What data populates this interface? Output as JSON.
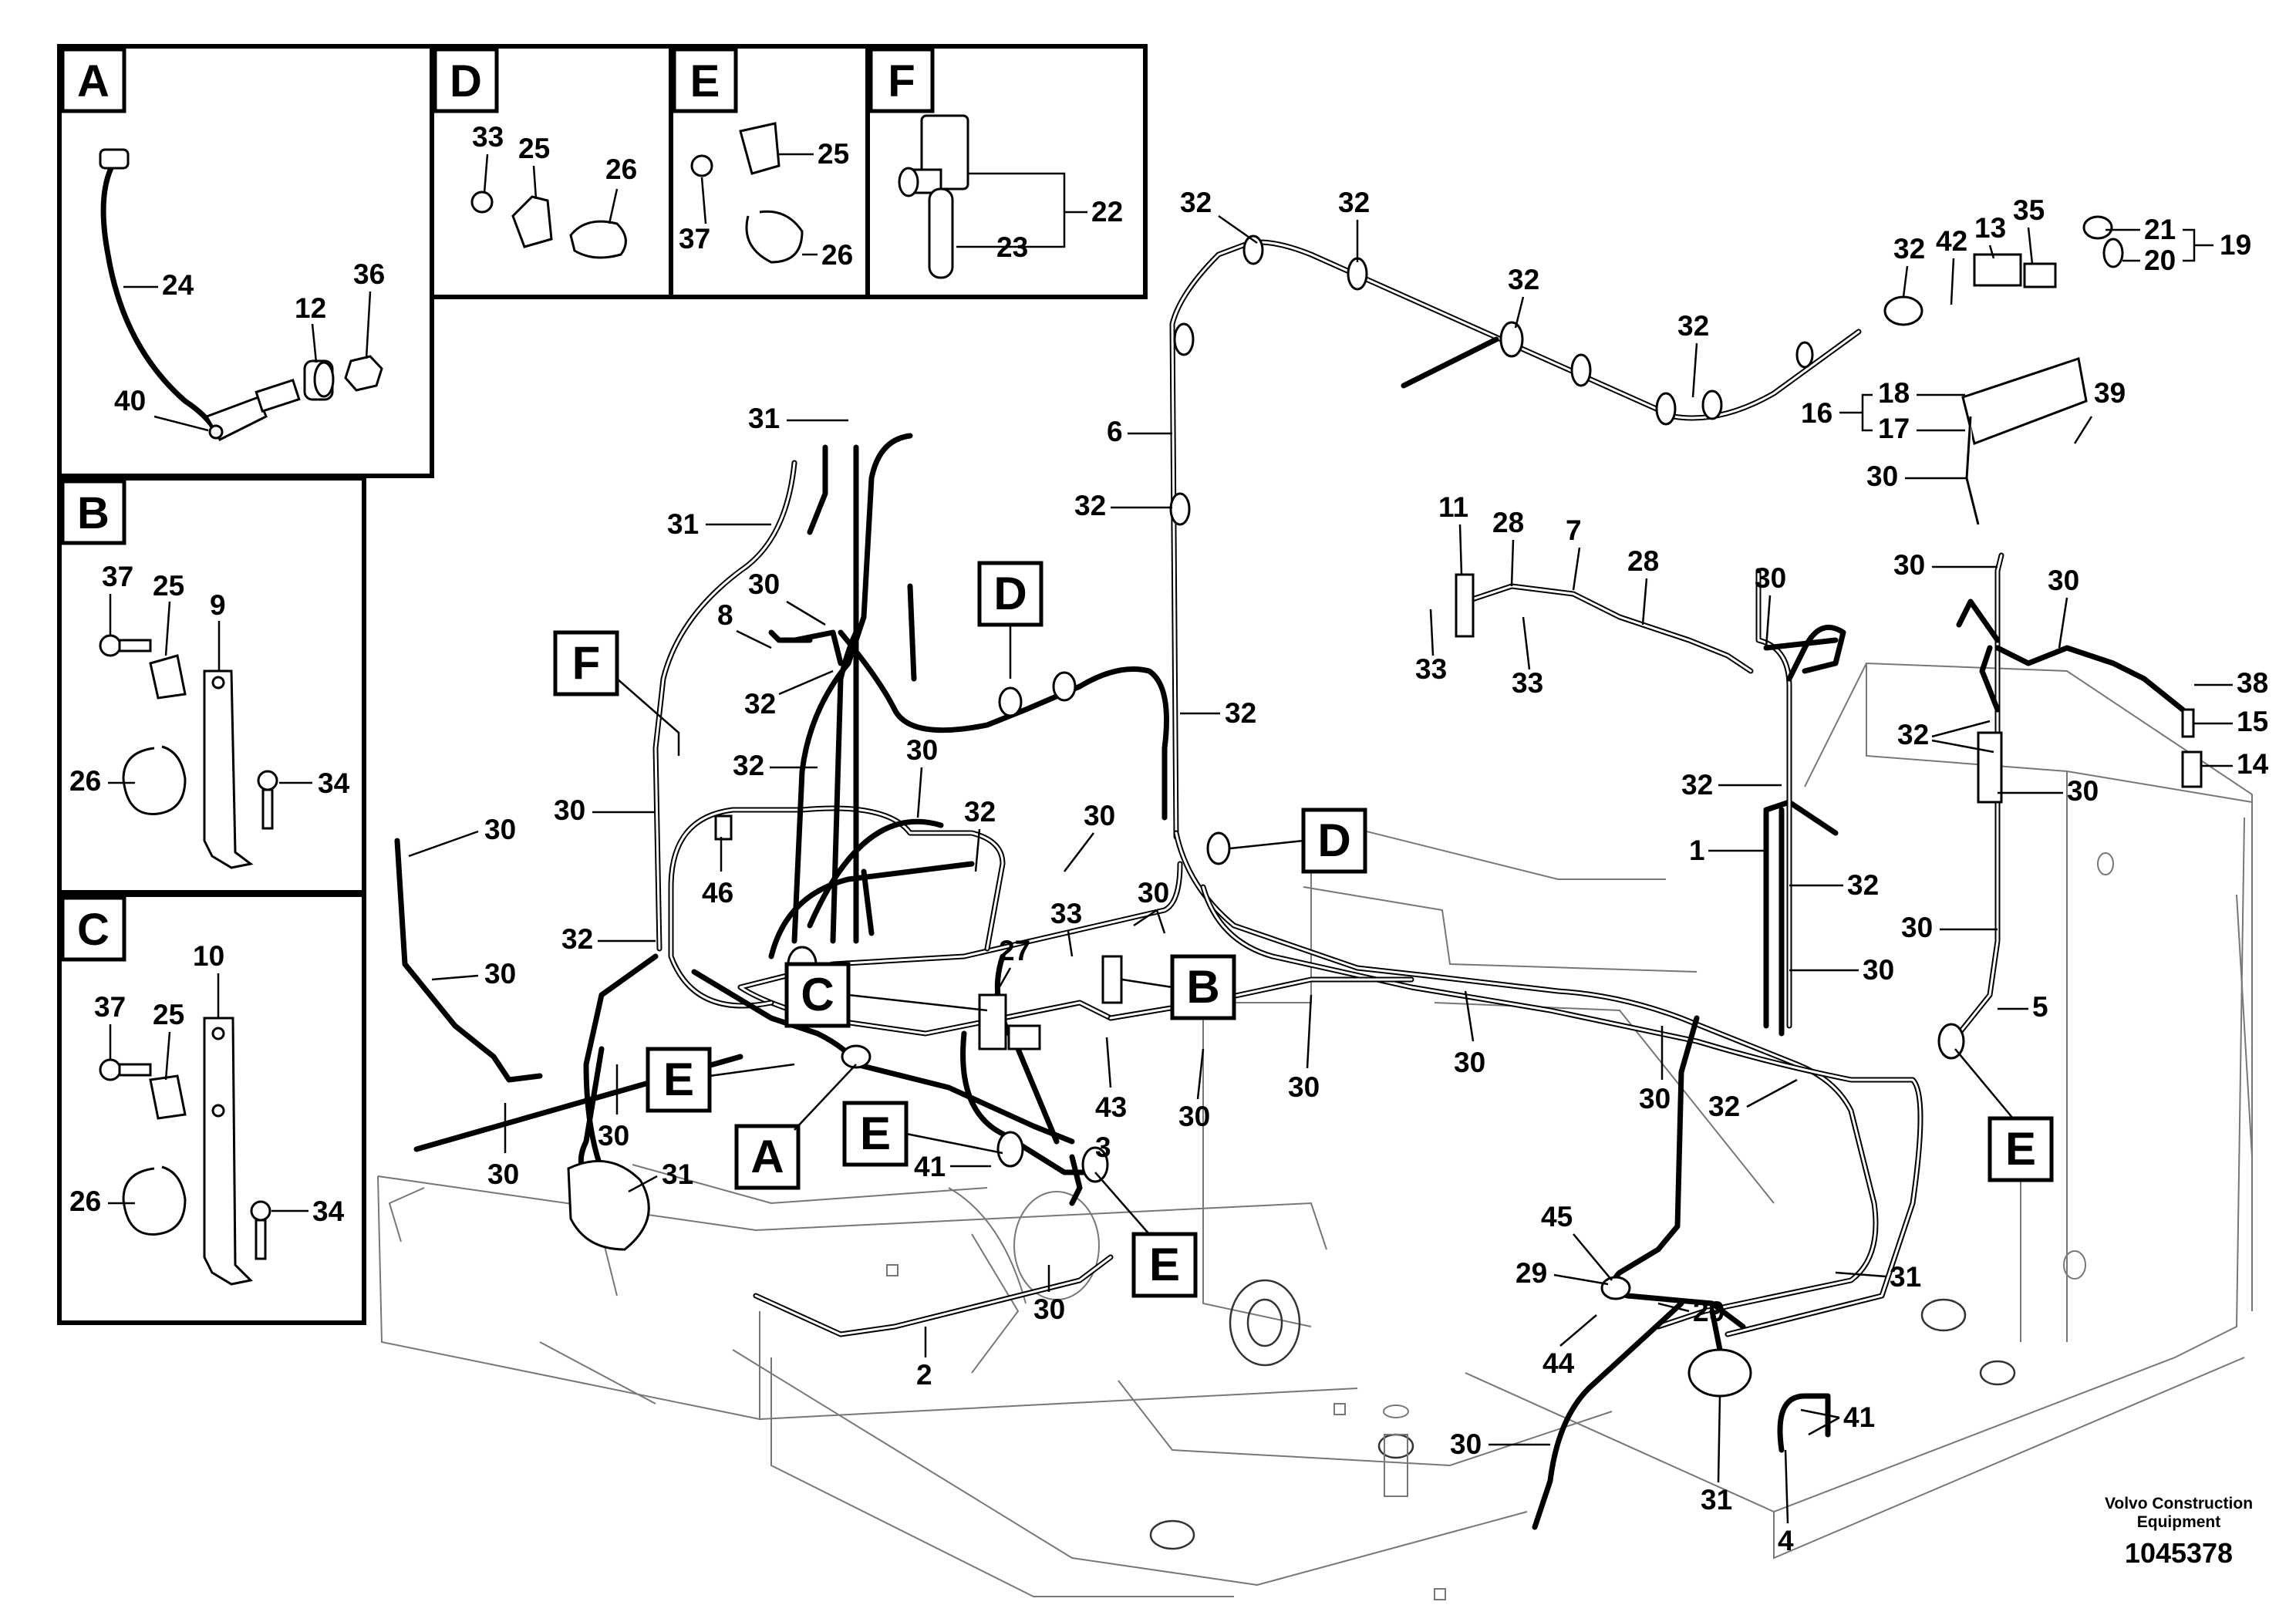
{
  "diagram": {
    "drawing_number": "1045378",
    "brand": [
      "Volvo Construction",
      "Equipment"
    ],
    "detail_panels": {
      "A": "A",
      "B": "B",
      "C": "C",
      "D": "D",
      "E": "E",
      "F": "F"
    },
    "main_tags": [
      "F",
      "D",
      "D",
      "C",
      "B",
      "E",
      "A",
      "E",
      "E",
      "E"
    ],
    "callouts": {
      "p1": "1",
      "p2": "2",
      "p3": "3",
      "p4": "4",
      "p5": "5",
      "p6": "6",
      "p7": "7",
      "p8": "8",
      "p9": "9",
      "p10": "10",
      "p11": "11",
      "p12": "12",
      "p13": "13",
      "p14": "14",
      "p15": "15",
      "p16": "16",
      "p17": "17",
      "p18": "18",
      "p19": "19",
      "p20": "20",
      "p21": "21",
      "p22": "22",
      "p23": "23",
      "p24": "24",
      "p25": "25",
      "p26": "26",
      "p27": "27",
      "p28": "28",
      "p29": "29",
      "p30": "30",
      "p31": "31",
      "p32": "32",
      "p33": "33",
      "p34": "34",
      "p35": "35",
      "p36": "36",
      "p37": "37",
      "p38": "38",
      "p39": "39",
      "p40": "40",
      "p41": "41",
      "p42": "42",
      "p43": "43",
      "p44": "44",
      "p45": "45",
      "p46": "46"
    }
  }
}
